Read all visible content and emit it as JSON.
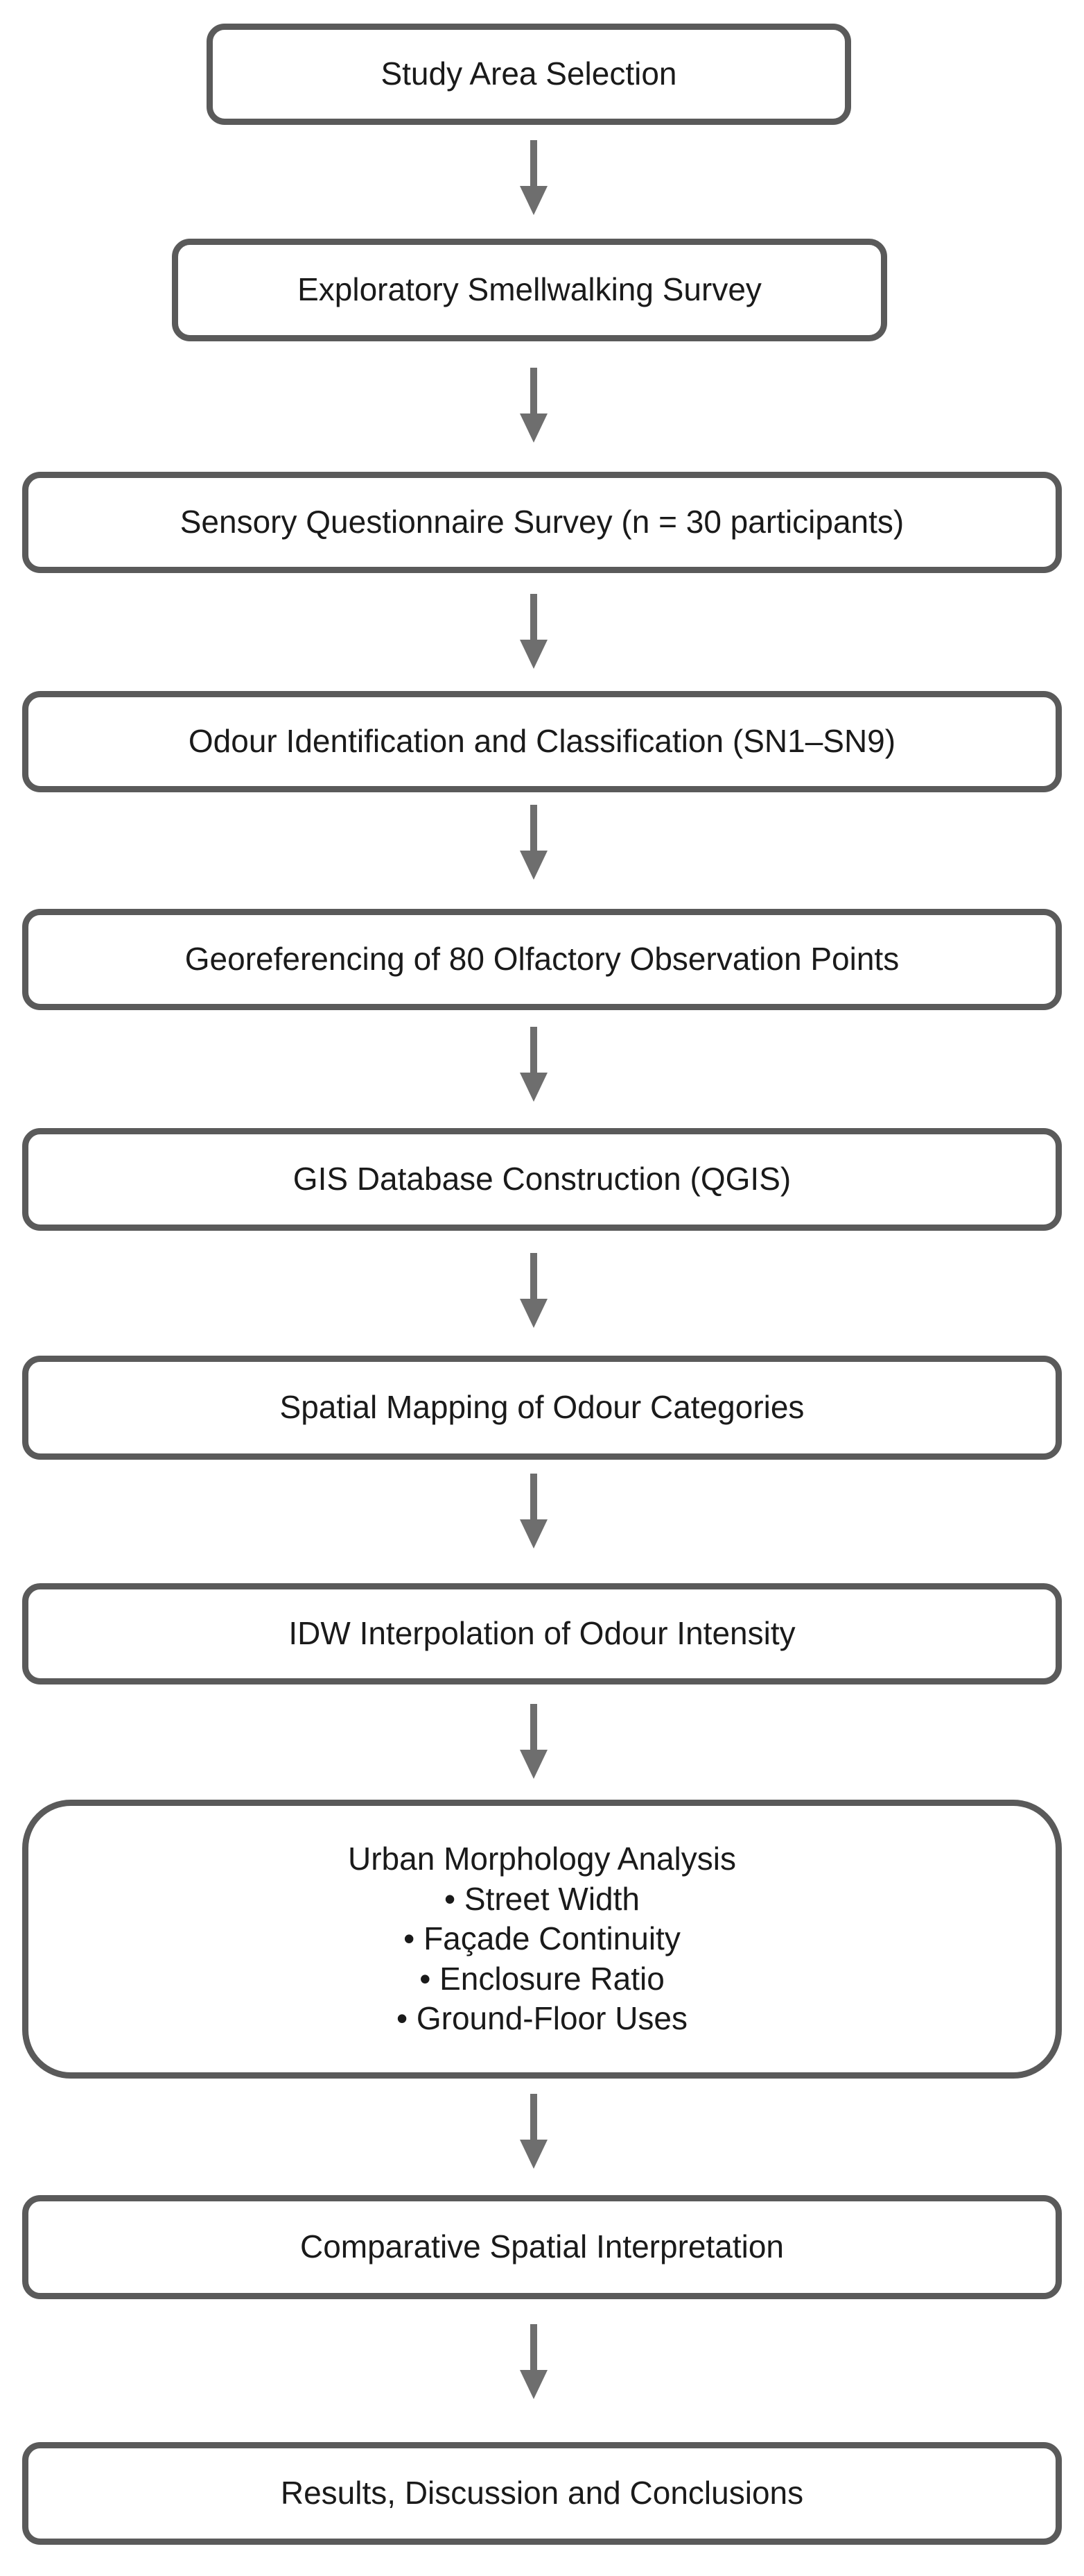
{
  "steps": [
    {
      "label": "Study Area Selection"
    },
    {
      "label": "Exploratory Smellwalking Survey"
    },
    {
      "label": "Sensory Questionnaire Survey (n = 30 participants)"
    },
    {
      "label": "Odour Identification and Classification (SN1–SN9)"
    },
    {
      "label": "Georeferencing of 80 Olfactory Observation Points"
    },
    {
      "label": "GIS Database Construction (QGIS)"
    },
    {
      "label": "Spatial Mapping of Odour Categories"
    },
    {
      "label": "IDW Interpolation of Odour Intensity"
    },
    {
      "label": "Urban Morphology Analysis",
      "items": [
        "Street Width",
        "Façade Continuity",
        "Enclosure Ratio",
        "Ground-Floor Uses"
      ]
    },
    {
      "label": "Comparative Spatial Interpretation"
    },
    {
      "label": "Results, Discussion and Conclusions"
    }
  ],
  "colors": {
    "border": "#5a5a5a",
    "arrow": "#6e6e6e",
    "text": "#1a1a1a"
  }
}
